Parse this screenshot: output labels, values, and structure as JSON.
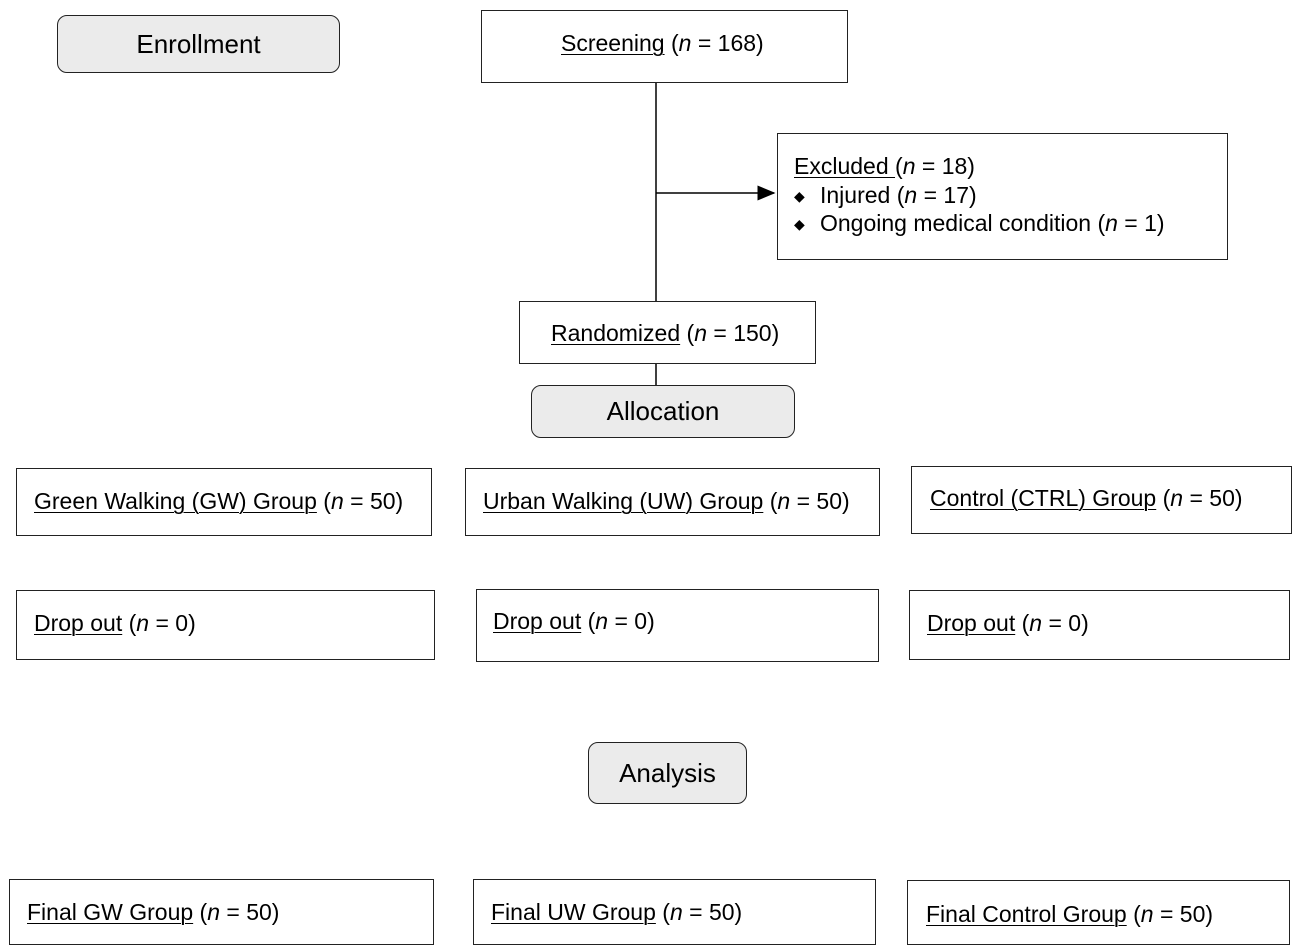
{
  "stages": {
    "enrollment": "Enrollment",
    "allocation": "Allocation",
    "analysis": "Analysis"
  },
  "screening": {
    "label": "Screening",
    "n_prefix": "(",
    "n": "n",
    "rest": " = 168)"
  },
  "excluded": {
    "label": "Excluded ",
    "n": "n",
    "rest": " = 18)",
    "items": [
      {
        "label": "Injured",
        "n": "n",
        "rest": " = 17)"
      },
      {
        "label": "Ongoing medical condition",
        "n": "n",
        "rest": " = 1)"
      }
    ]
  },
  "randomized": {
    "label": "Randomized",
    "n": "n",
    "rest": " = 150)"
  },
  "groups": [
    {
      "label": "Green Walking (GW) Group",
      "n": "n",
      "rest": " = 50)"
    },
    {
      "label": "Urban Walking (UW) Group",
      "n": "n",
      "rest": " = 50)"
    },
    {
      "label": "Control (CTRL) Group",
      "n": "n",
      "rest": " = 50)"
    }
  ],
  "dropouts": [
    {
      "label": "Drop out",
      "n": "n",
      "rest": " = 0)"
    },
    {
      "label": "Drop out",
      "n": "n",
      "rest": " = 0)"
    },
    {
      "label": "Drop out",
      "n": "n",
      "rest": " = 0)"
    }
  ],
  "finals": [
    {
      "label": "Final GW Group",
      "n": "n",
      "rest": " = 50)"
    },
    {
      "label": "Final UW Group",
      "n": "n",
      "rest": " = 50)"
    },
    {
      "label": "Final Control Group",
      "n": "n",
      "rest": " = 50)"
    }
  ],
  "bullet_glyph": "◆",
  "open_paren": "("
}
